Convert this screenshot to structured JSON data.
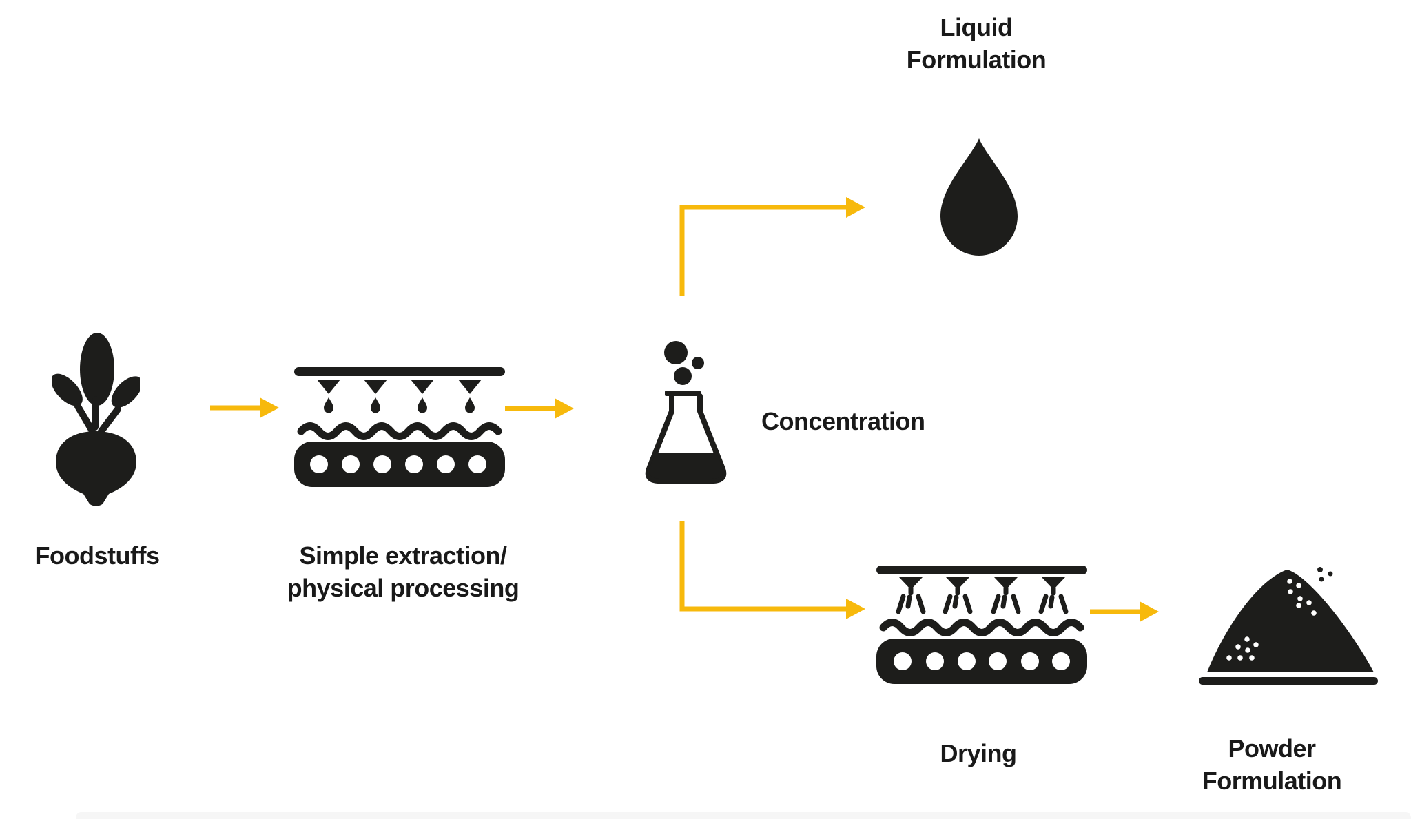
{
  "diagram": {
    "type": "process-flow",
    "colors": {
      "background": "#FFFFFF",
      "ink": "#1D1D1B",
      "text": "#191919",
      "arrow": "#F7B90C",
      "edge_bar": "#F6F6F6"
    },
    "nodes": {
      "foodstuffs": {
        "label": "Foodstuffs",
        "icon": "beet-icon"
      },
      "extraction": {
        "line1": "Simple extraction/",
        "line2": "physical processing",
        "icon": "spray-extractor-icon"
      },
      "concentration": {
        "label": "Concentration",
        "icon": "bubbling-flask-icon"
      },
      "liquid_formulation": {
        "line1": "Liquid",
        "line2": "Formulation",
        "icon": "droplet-icon"
      },
      "drying": {
        "label": "Drying",
        "icon": "spray-dryer-icon"
      },
      "powder_formulation": {
        "line1": "Powder",
        "line2": "Formulation",
        "icon": "powder-pile-icon"
      }
    },
    "flow": [
      {
        "from": "foodstuffs",
        "to": "extraction"
      },
      {
        "from": "extraction",
        "to": "concentration"
      },
      {
        "from": "concentration",
        "to": "liquid_formulation"
      },
      {
        "from": "concentration",
        "to": "drying"
      },
      {
        "from": "drying",
        "to": "powder_formulation"
      }
    ]
  }
}
